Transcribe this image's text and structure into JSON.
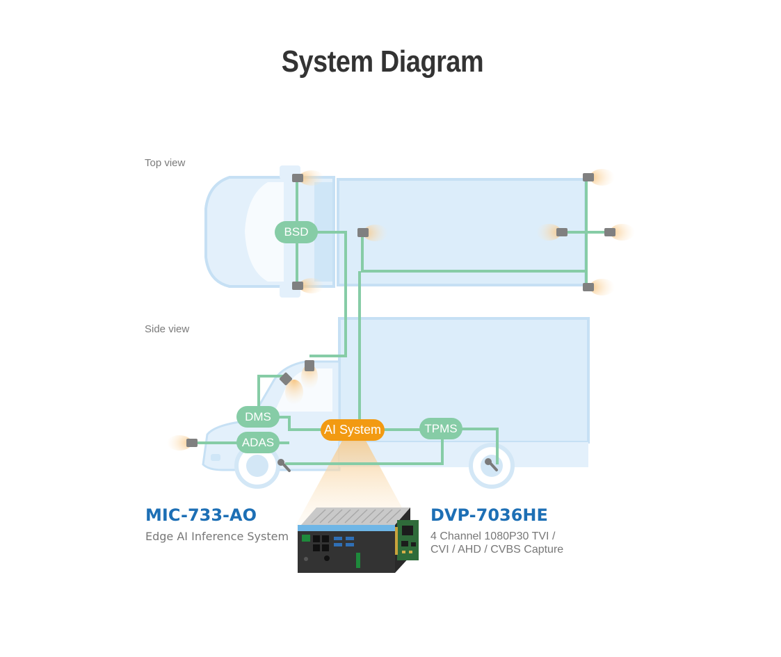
{
  "title": "System Diagram",
  "views": {
    "top": "Top view",
    "side": "Side view"
  },
  "nodes": {
    "bsd": "BSD",
    "dms": "DMS",
    "adas": "ADAS",
    "ai_system": "AI System",
    "tpms": "TPMS"
  },
  "products": {
    "left": {
      "name": "MIC-733-AO",
      "description": "Edge AI Inference System"
    },
    "right": {
      "name": "DVP-7036HE",
      "description_line1": "4 Channel 1080P30 TVI /",
      "description_line2": "CVI / AHD / CVBS Capture"
    }
  },
  "colors": {
    "link": "#86cca6",
    "ai_accent": "#f29a12",
    "vehicle_fill": "#dcedfa",
    "vehicle_stroke": "#b9d9f2",
    "product_name": "#1d6fb5"
  }
}
